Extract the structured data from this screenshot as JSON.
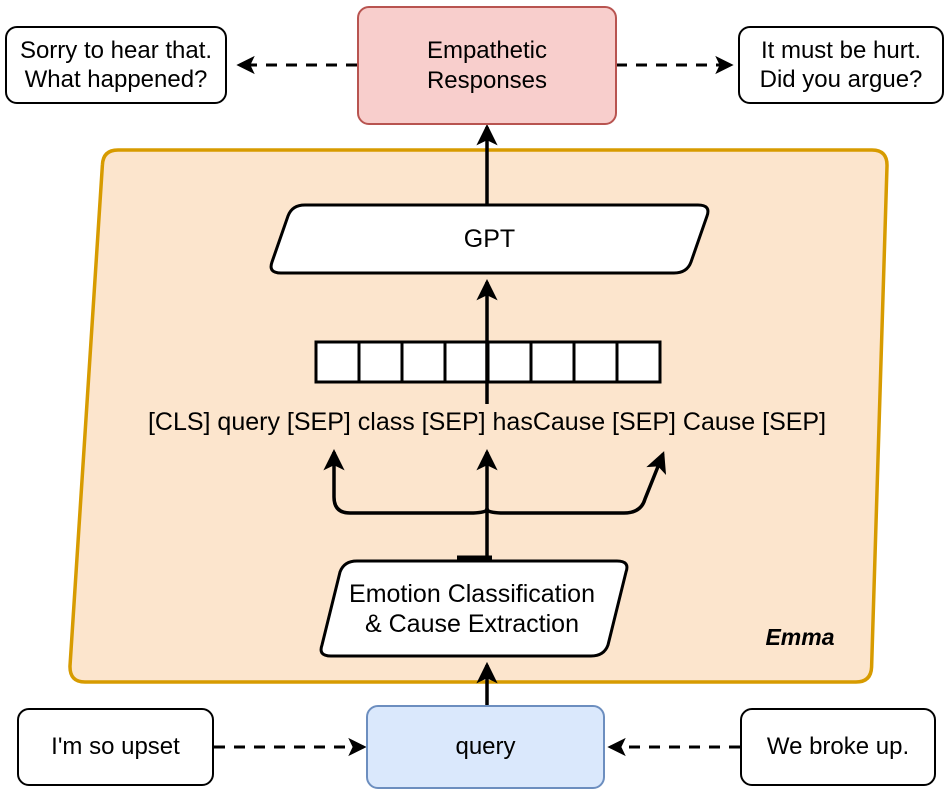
{
  "diagram": {
    "title_label": "Emma",
    "container": {
      "name": "emma-system-boundary",
      "fill": "#fce5cd",
      "stroke": "#d79b00"
    },
    "nodes": {
      "user_left_response": {
        "label": "Sorry to hear that.\nWhat happened?",
        "fill": "#ffffff",
        "stroke": "#000000"
      },
      "empathetic_responses": {
        "label": "Empathetic\nResponses",
        "fill": "#f8cecc",
        "stroke": "#b85450"
      },
      "user_right_response": {
        "label": "It must be hurt.\nDid you argue?",
        "fill": "#ffffff",
        "stroke": "#000000"
      },
      "gpt": {
        "label": "GPT",
        "fill": "#ffffff",
        "stroke": "#000000"
      },
      "token_sequence": {
        "label": "[CLS] query [SEP] class [SEP] hasCause [SEP] Cause [SEP]",
        "cell_count": 8,
        "fill": "#ffffff",
        "stroke": "#000000"
      },
      "emotion_module": {
        "label": "Emotion Classification\n& Cause Extraction",
        "fill": "#ffffff",
        "stroke": "#000000"
      },
      "query": {
        "label": "query",
        "fill": "#dae8fc",
        "stroke": "#6c8ebf"
      },
      "user_left_input": {
        "label": "I'm so upset",
        "fill": "#ffffff",
        "stroke": "#000000"
      },
      "user_right_input": {
        "label": "We broke up.",
        "fill": "#ffffff",
        "stroke": "#000000"
      }
    },
    "edges": [
      {
        "name": "responses-to-left-user",
        "style": "dashed",
        "direction": "left"
      },
      {
        "name": "responses-to-right-user",
        "style": "dashed",
        "direction": "right"
      },
      {
        "name": "gpt-to-responses",
        "style": "solid",
        "direction": "up"
      },
      {
        "name": "tokens-to-gpt",
        "style": "solid",
        "direction": "up"
      },
      {
        "name": "tokentext-to-tokens",
        "style": "solid",
        "direction": "up"
      },
      {
        "name": "emotion-to-tokens-fanout",
        "style": "solid",
        "direction": "up"
      },
      {
        "name": "query-to-emotion",
        "style": "solid",
        "direction": "up"
      },
      {
        "name": "left-input-to-query",
        "style": "dashed",
        "direction": "right"
      },
      {
        "name": "right-input-to-query",
        "style": "dashed",
        "direction": "left"
      }
    ]
  }
}
